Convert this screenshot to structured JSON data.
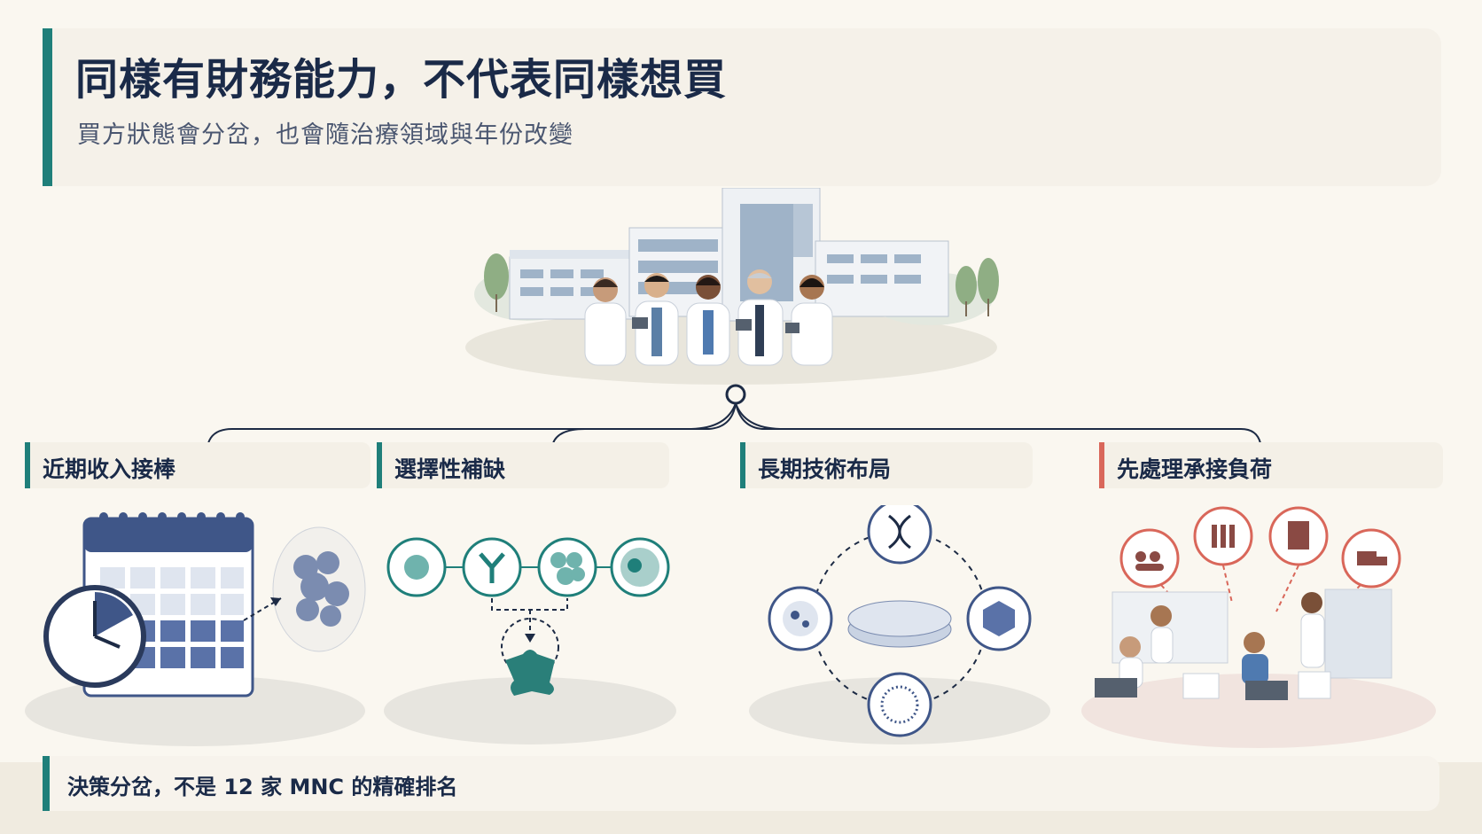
{
  "header": {
    "title": "同樣有財務能力，不代表同樣想買",
    "subtitle": "買方狀態會分岔，也會隨治療領域與年份改變"
  },
  "hero": {
    "image": "hospital-team-illustration"
  },
  "categories": [
    {
      "label": "近期收入接棒",
      "accent": "#1f7f7a",
      "icon": "calendar-clock-icon"
    },
    {
      "label": "選擇性補缺",
      "accent": "#1f7f7a",
      "icon": "antibody-puzzle-icon"
    },
    {
      "label": "長期技術布局",
      "accent": "#1f7f7a",
      "icon": "dna-petri-icon"
    },
    {
      "label": "先處理承接負荷",
      "accent": "#d9675a",
      "icon": "workload-team-icon"
    }
  ],
  "footer": {
    "text": "決策分岔，不是 12 家 MNC 的精確排名"
  },
  "colors": {
    "teal": "#1f7f7a",
    "navy": "#1d2b45",
    "coral": "#d9675a",
    "background": "#faf7f0"
  }
}
